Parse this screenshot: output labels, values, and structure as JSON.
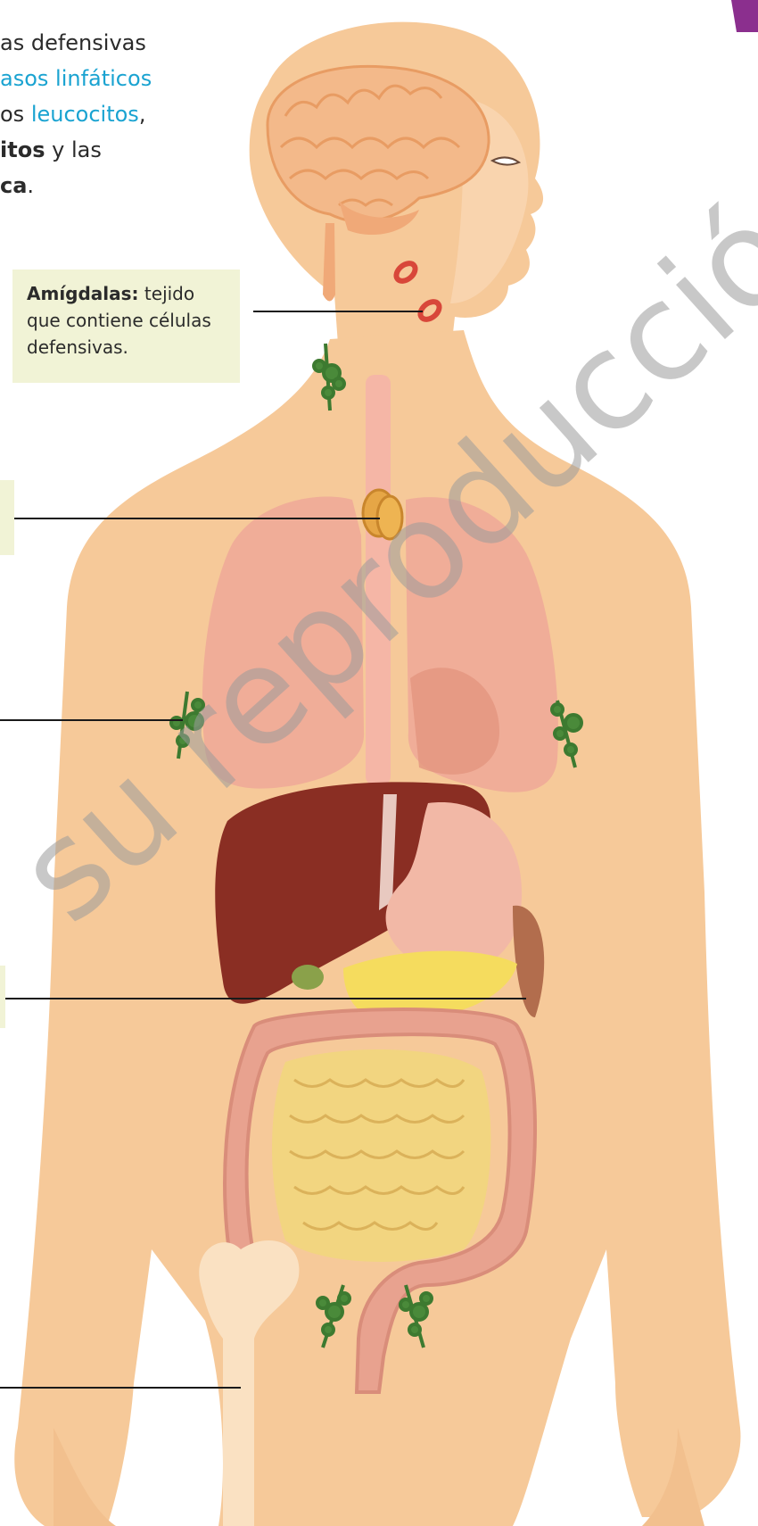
{
  "intro": {
    "line1": "as defensivas",
    "line2": "asos linfáticos",
    "line3_pre": "os ",
    "line3_link": "leucocitos",
    "line3_post": ",",
    "line4_bold": "itos",
    "line4_rest": " y las",
    "line5_bold": "ca",
    "line5_rest": "."
  },
  "labels": {
    "amigdalas_title": "Amígdalas:",
    "amigdalas_desc": " tejido que contiene células defensivas."
  },
  "watermark": "su reproducción",
  "colors": {
    "skin": "#f6c999",
    "skin_light": "#fad9b3",
    "link_blue": "#1aa3d1",
    "label_bg": "#f1f3d6",
    "accent_purple": "#8b2f8e",
    "lymph_green": "#4a8a3a",
    "liver": "#8a2e23",
    "lung": "#f0ad98",
    "intestine": "#f2d580",
    "colon": "#e8a28f",
    "brain": "#f3b98a"
  }
}
